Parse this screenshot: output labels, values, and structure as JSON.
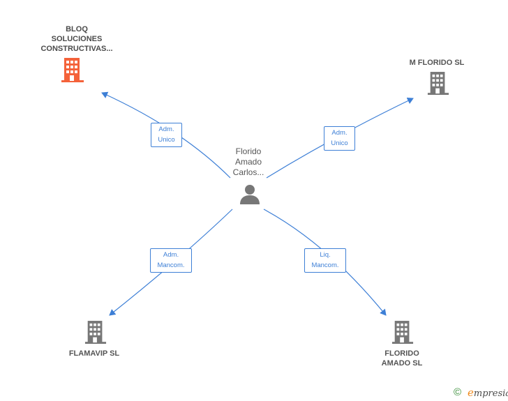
{
  "person": {
    "name": "Florido\nAmado\nCarlos...",
    "icon": "person-icon"
  },
  "companies": [
    {
      "id": "bloq",
      "name": "BLOQ\nSOLUCIONES\nCONSTRUCTIVAS...",
      "icon": "building-icon",
      "color": "#f4623a"
    },
    {
      "id": "mflorido",
      "name": "M FLORIDO SL",
      "icon": "building-icon",
      "color": "#777777"
    },
    {
      "id": "flamavip",
      "name": "FLAMAVIP SL",
      "icon": "building-icon",
      "color": "#777777"
    },
    {
      "id": "floridoamado",
      "name": "FLORIDO\nAMADO  SL",
      "icon": "building-icon",
      "color": "#777777"
    }
  ],
  "relations": [
    {
      "to": "bloq",
      "label": "Adm.\nUnico"
    },
    {
      "to": "mflorido",
      "label": "Adm.\nUnico"
    },
    {
      "to": "flamavip",
      "label": "Adm.\nMancom."
    },
    {
      "to": "floridoamado",
      "label": "Liq.\nMancom."
    }
  ],
  "colors": {
    "edge": "#3d7fd6",
    "building_default": "#777777",
    "building_highlight": "#f4623a",
    "person": "#777777"
  },
  "brand": {
    "copyright": "©",
    "first_letter": "e",
    "rest": "mpresia"
  }
}
